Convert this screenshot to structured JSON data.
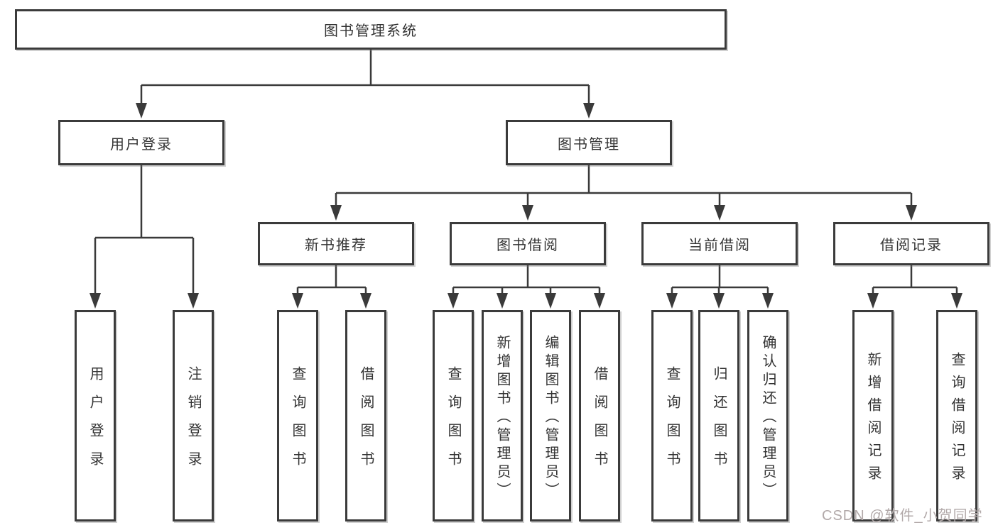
{
  "diagram": {
    "title": "图书管理系统",
    "colors": {
      "background": "#ffffff",
      "box_border": "#3b3b3b",
      "line": "#3a3a3a",
      "text": "#333333",
      "watermark": "#b2a9a9"
    },
    "nodes": {
      "root": {
        "label": "图书管理系统"
      },
      "user_login": {
        "label": "用户登录"
      },
      "book_mgmt": {
        "label": "图书管理"
      },
      "new_books": {
        "label": "新书推荐"
      },
      "book_borrow": {
        "label": "图书借阅"
      },
      "current_borrow": {
        "label": "当前借阅"
      },
      "borrow_records": {
        "label": "借阅记录"
      },
      "leaf_user_login": {
        "label": "用户登录"
      },
      "leaf_logout": {
        "label": "注销登录"
      },
      "leaf_nb_search": {
        "label": "查询图书"
      },
      "leaf_nb_borrow": {
        "label": "借阅图书"
      },
      "leaf_bb_search": {
        "label": "查询图书"
      },
      "leaf_bb_add": {
        "label": "新增图书（管理员）"
      },
      "leaf_bb_edit": {
        "label": "编辑图书（管理员）"
      },
      "leaf_bb_borrow": {
        "label": "借阅图书"
      },
      "leaf_cb_search": {
        "label": "查询图书"
      },
      "leaf_cb_return": {
        "label": "归还图书"
      },
      "leaf_cb_confirm": {
        "label": "确认归还（管理员）"
      },
      "leaf_br_add": {
        "label": "新增借阅记录"
      },
      "leaf_br_search": {
        "label": "查询借阅记录"
      }
    },
    "hierarchy": {
      "图书管理系统": {
        "用户登录": [
          "用户登录",
          "注销登录"
        ],
        "图书管理": {
          "新书推荐": [
            "查询图书",
            "借阅图书"
          ],
          "图书借阅": [
            "查询图书",
            "新增图书（管理员）",
            "编辑图书（管理员）",
            "借阅图书"
          ],
          "当前借阅": [
            "查询图书",
            "归还图书",
            "确认归还（管理员）"
          ],
          "借阅记录": [
            "新增借阅记录",
            "查询借阅记录"
          ]
        }
      }
    },
    "watermark": "CSDN @软件_小贺同学"
  }
}
